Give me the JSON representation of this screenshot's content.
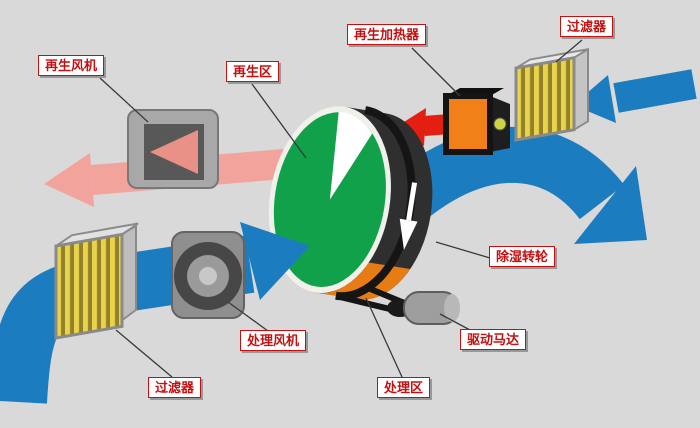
{
  "labels": {
    "regen_fan": "再生风机",
    "regen_zone": "再生区",
    "regen_heater": "再生加热器",
    "filter_top": "过滤器",
    "wheel": "除湿转轮",
    "motor": "驱动马达",
    "process_zone": "处理区",
    "process_fan": "处理风机",
    "filter_bottom": "过滤器"
  },
  "colors": {
    "background": "#d9d9d9",
    "process_air": "#1b7dc0",
    "regen_exhaust": "#f2a39c",
    "regen_exhaust_dark": "#ea9187",
    "hot_air": "#e21f10",
    "wheel_face": "#12a14b",
    "wheel_rim": "#2f2f2f",
    "wheel_heated_sector": "#e87c14",
    "heater_body": "#f28018",
    "heater_lamp": "#cdd63e",
    "filter_media": "#e8d44c",
    "filter_media_dark": "#93802a",
    "label_accent": "#c41010"
  }
}
